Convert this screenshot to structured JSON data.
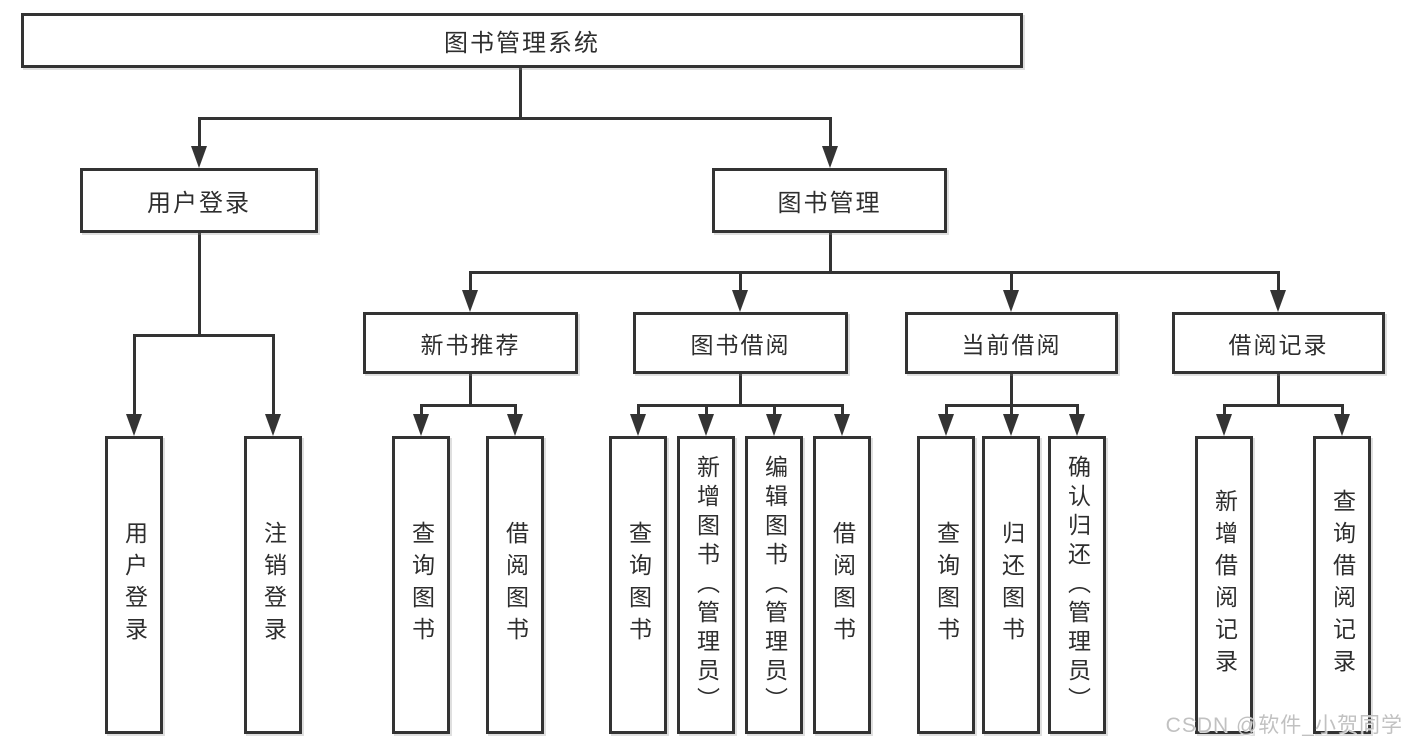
{
  "diagram": {
    "type": "hierarchy-org-chart",
    "colors": {
      "background": "#ffffff",
      "line": "#333333",
      "box_border": "#333333",
      "text": "#2e2e2e",
      "watermark": "#bebebe"
    },
    "nodes": {
      "root": {
        "label": "图书管理系统"
      },
      "user_login": {
        "label": "用户登录"
      },
      "book_mgmt": {
        "label": "图书管理"
      },
      "new_book_rec": {
        "label": "新书推荐"
      },
      "book_borrow": {
        "label": "图书借阅"
      },
      "current_borrow": {
        "label": "当前借阅"
      },
      "borrow_record": {
        "label": "借阅记录"
      },
      "ul_login": {
        "label": "用户登录"
      },
      "ul_logout": {
        "label": "注销登录"
      },
      "nbr_query": {
        "label": "查询图书"
      },
      "nbr_borrow": {
        "label": "借阅图书"
      },
      "bb_query": {
        "label": "查询图书"
      },
      "bb_add": {
        "label": "新增图书（管理员）"
      },
      "bb_edit": {
        "label": "编辑图书（管理员）"
      },
      "bb_borrow": {
        "label": "借阅图书"
      },
      "cb_query": {
        "label": "查询图书"
      },
      "cb_return": {
        "label": "归还图书"
      },
      "cb_confirm": {
        "label": "确认归还（管理员）"
      },
      "br_add": {
        "label": "新增借阅记录"
      },
      "br_query": {
        "label": "查询借阅记录"
      }
    },
    "structure": {
      "root_children": [
        "user_login",
        "book_mgmt"
      ],
      "user_login_children": [
        "ul_login",
        "ul_logout"
      ],
      "book_mgmt_children": [
        "new_book_rec",
        "book_borrow",
        "current_borrow",
        "borrow_record"
      ],
      "new_book_rec_children": [
        "nbr_query",
        "nbr_borrow"
      ],
      "book_borrow_children": [
        "bb_query",
        "bb_add",
        "bb_edit",
        "bb_borrow"
      ],
      "current_borrow_children": [
        "cb_query",
        "cb_return",
        "cb_confirm"
      ],
      "borrow_record_children": [
        "br_add",
        "br_query"
      ]
    }
  },
  "watermark": {
    "text": "CSDN @软件_小贺同学"
  }
}
